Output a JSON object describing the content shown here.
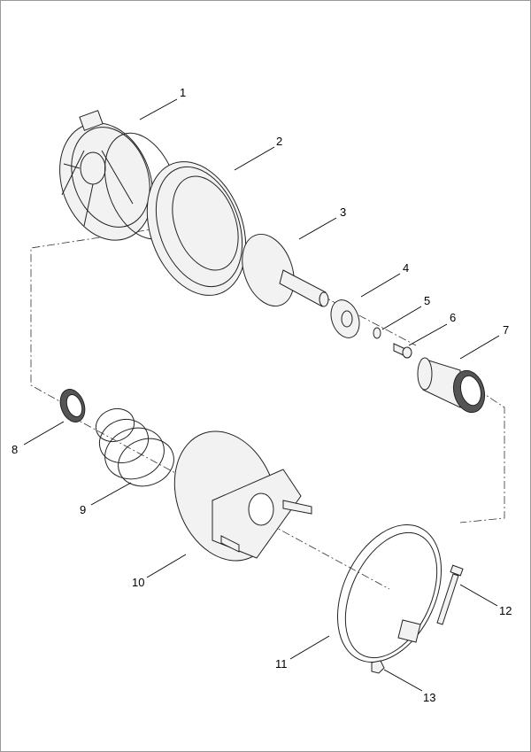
{
  "diagram": {
    "type": "exploded-parts-view",
    "callouts": [
      {
        "number": "1"
      },
      {
        "number": "2"
      },
      {
        "number": "3"
      },
      {
        "number": "4"
      },
      {
        "number": "5"
      },
      {
        "number": "6"
      },
      {
        "number": "7"
      },
      {
        "number": "8"
      },
      {
        "number": "9"
      },
      {
        "number": "10"
      },
      {
        "number": "11"
      },
      {
        "number": "12"
      },
      {
        "number": "13"
      }
    ]
  }
}
